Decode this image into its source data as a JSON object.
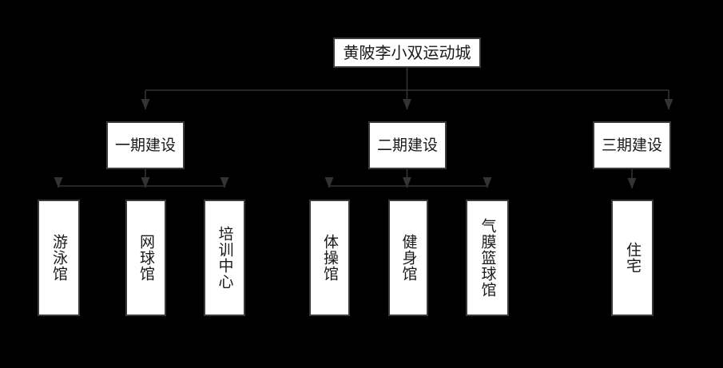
{
  "diagram": {
    "type": "org-tree",
    "title": "黄陂李小双运动城",
    "background_color": "#000000",
    "node_fill": "#ffffff",
    "node_border": "#3a3a3a",
    "connector_color": "#333333",
    "text_color": "#1a1a1a",
    "root": {
      "label": "黄陂李小双运动城",
      "orientation": "horizontal"
    },
    "phases": [
      {
        "label": "一期建设",
        "children": [
          {
            "label": "游泳馆"
          },
          {
            "label": "网球馆"
          },
          {
            "label": "培训中心"
          }
        ]
      },
      {
        "label": "二期建设",
        "children": [
          {
            "label": "体操馆"
          },
          {
            "label": "健身馆"
          },
          {
            "label": "气膜篮球馆"
          }
        ]
      },
      {
        "label": "三期建设",
        "children": [
          {
            "label": "住宅"
          }
        ]
      }
    ]
  }
}
